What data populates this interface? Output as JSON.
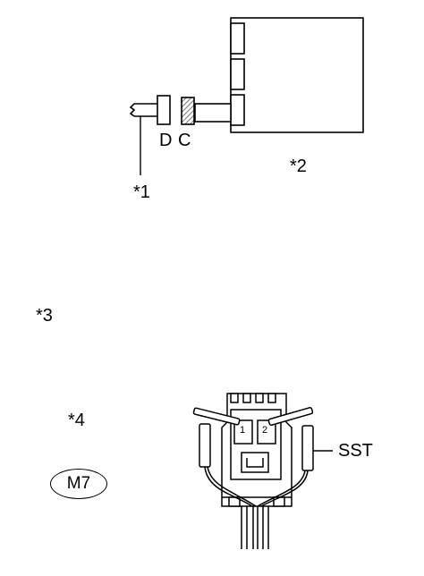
{
  "labels": {
    "connector_d": "D",
    "connector_c": "C",
    "callout_1": "*1",
    "callout_2": "*2",
    "callout_3": "*3",
    "callout_4": "*4",
    "tool": "SST",
    "badge": "M7",
    "pin_1": "1",
    "pin_2": "2"
  },
  "colors": {
    "line": "#000000",
    "hatch": "#555555",
    "background": "#ffffff"
  }
}
